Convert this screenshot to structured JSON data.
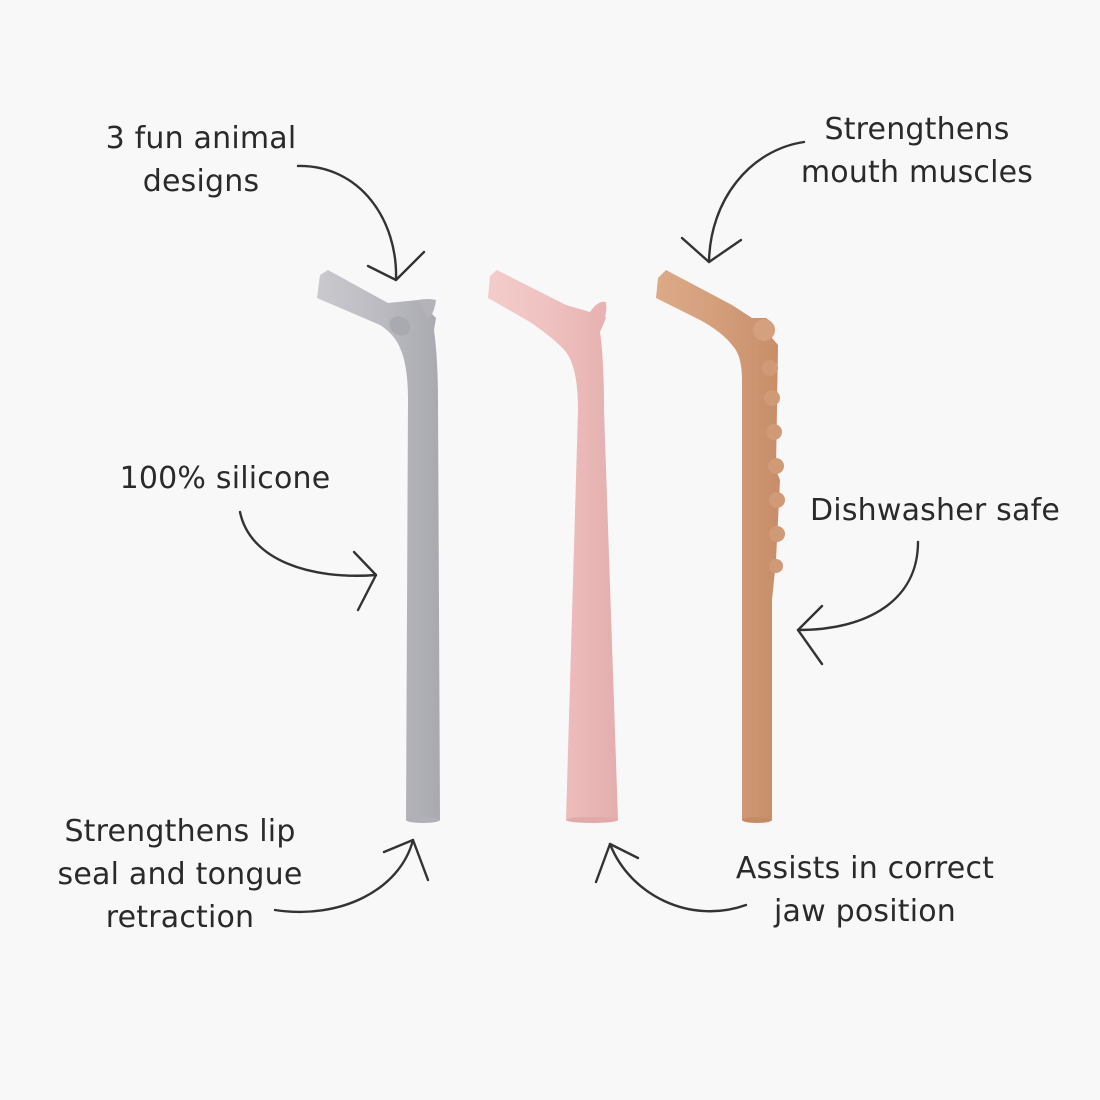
{
  "labels": {
    "animal_designs": [
      "3 fun animal",
      "designs"
    ],
    "mouth_muscles": [
      "Strengthens",
      "mouth muscles"
    ],
    "silicone": [
      "100% silicone"
    ],
    "dishwasher": [
      "Dishwasher safe"
    ],
    "lip_seal": [
      "Strengthens lip",
      "seal and tongue",
      "retraction"
    ],
    "jaw_position": [
      "Assists in correct",
      "jaw position"
    ]
  },
  "colors": {
    "background": "#f8f8f8",
    "text": "#2a2a2a",
    "arrow": "#333333",
    "straw_grey": "#bcbcc2",
    "straw_pink": "#efc1c0",
    "straw_tan": "#d59f7c"
  }
}
